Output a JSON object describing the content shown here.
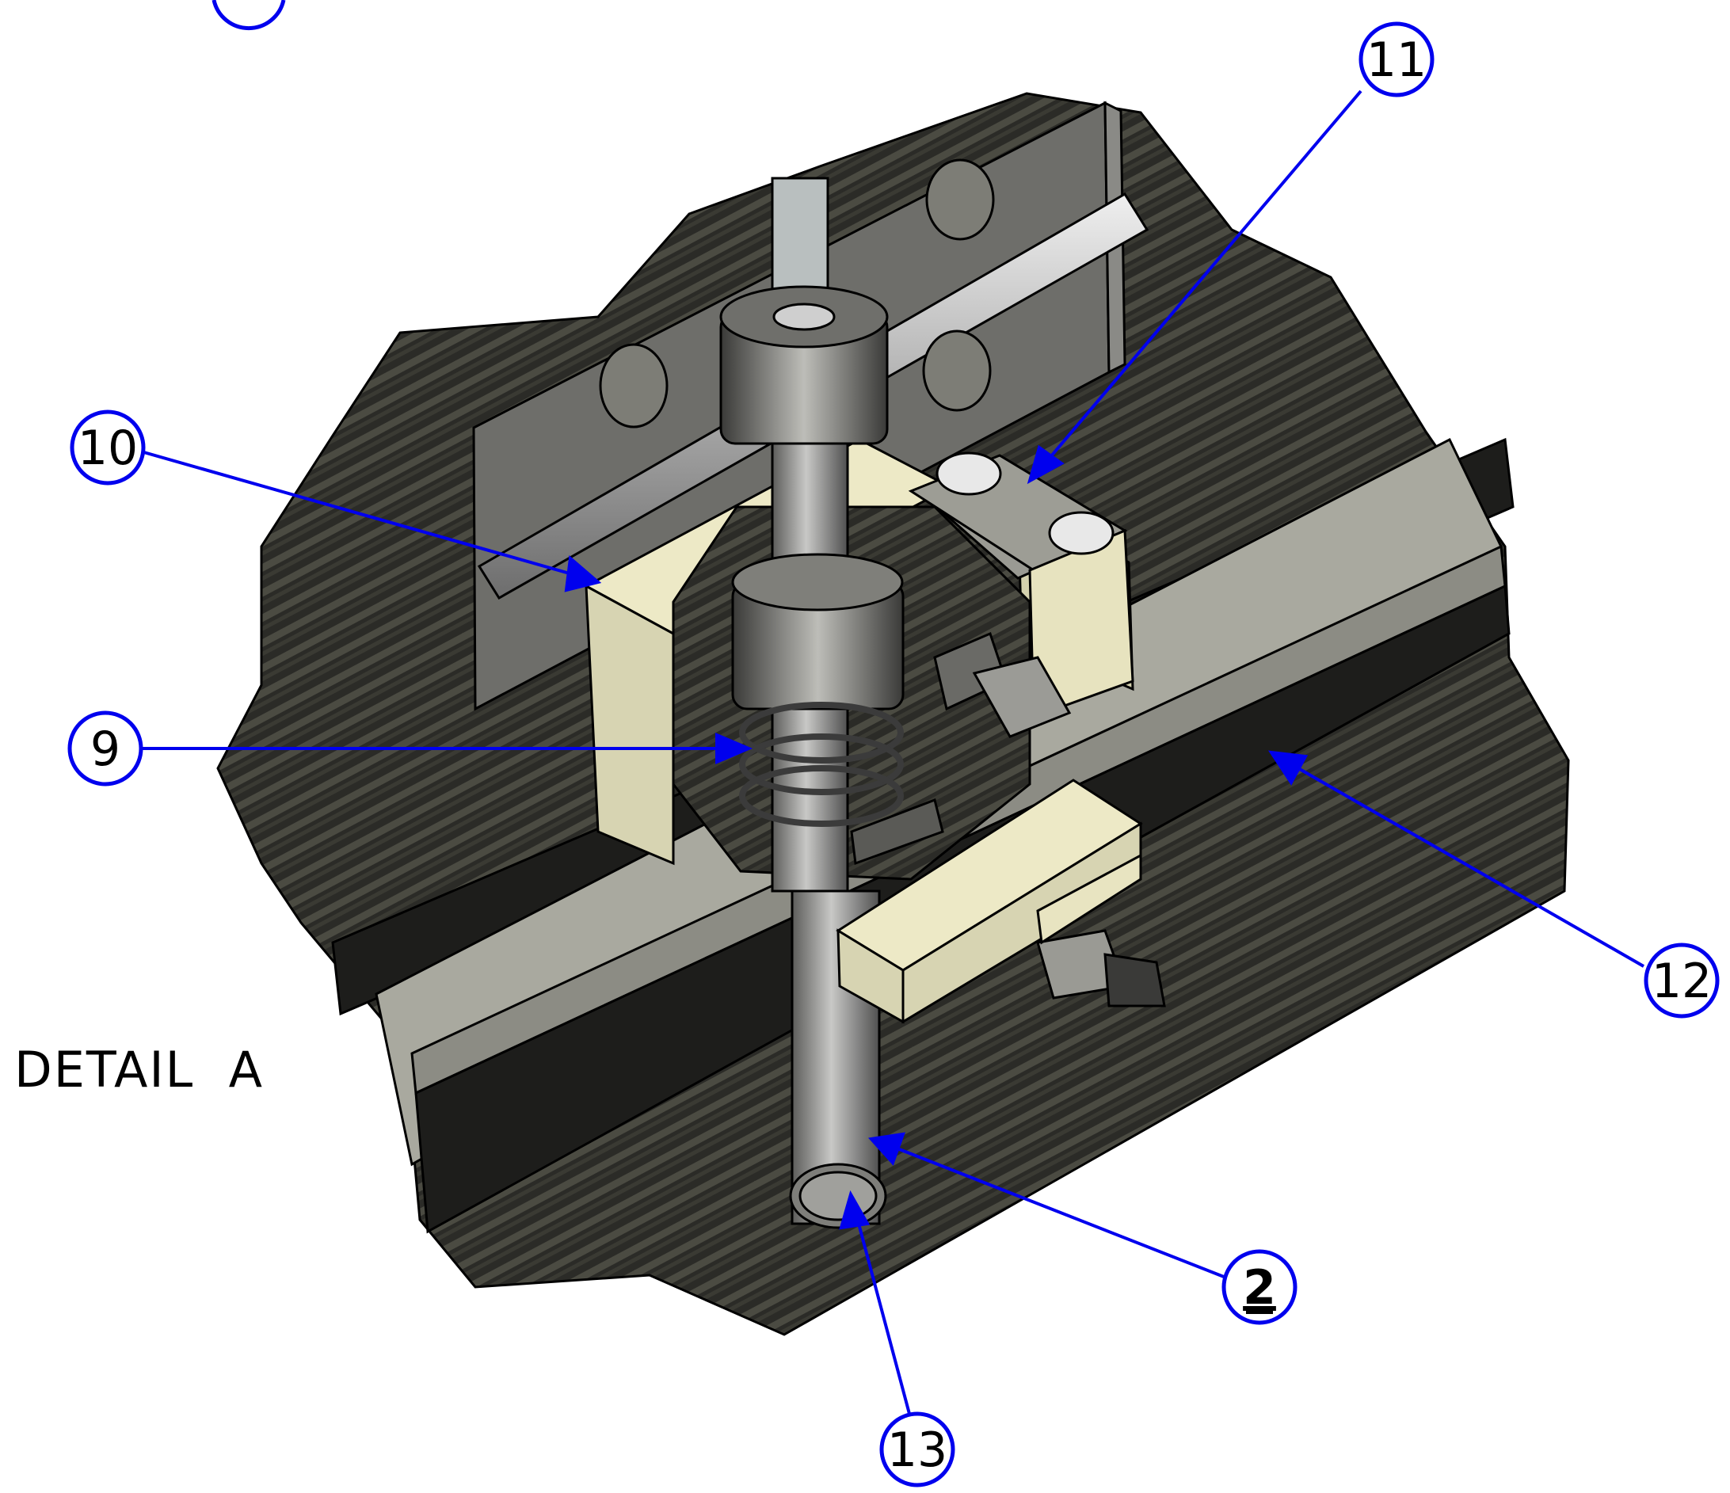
{
  "detail_label": "DETAIL  A",
  "colors": {
    "leader": "#0000ee",
    "balloon_stroke": "#0000ee",
    "carpet": "#2a2a25",
    "rail": "#a8a89f",
    "bracket": "#ede9c6",
    "metal": "#8c8c88"
  },
  "balloons": [
    {
      "id": "10",
      "label": "10",
      "underlined": false
    },
    {
      "id": "11",
      "label": "11",
      "underlined": false
    },
    {
      "id": "9",
      "label": "9",
      "underlined": false
    },
    {
      "id": "12",
      "label": "12",
      "underlined": false
    },
    {
      "id": "2",
      "label": "2",
      "underlined": true
    },
    {
      "id": "13",
      "label": "13",
      "underlined": false
    }
  ]
}
